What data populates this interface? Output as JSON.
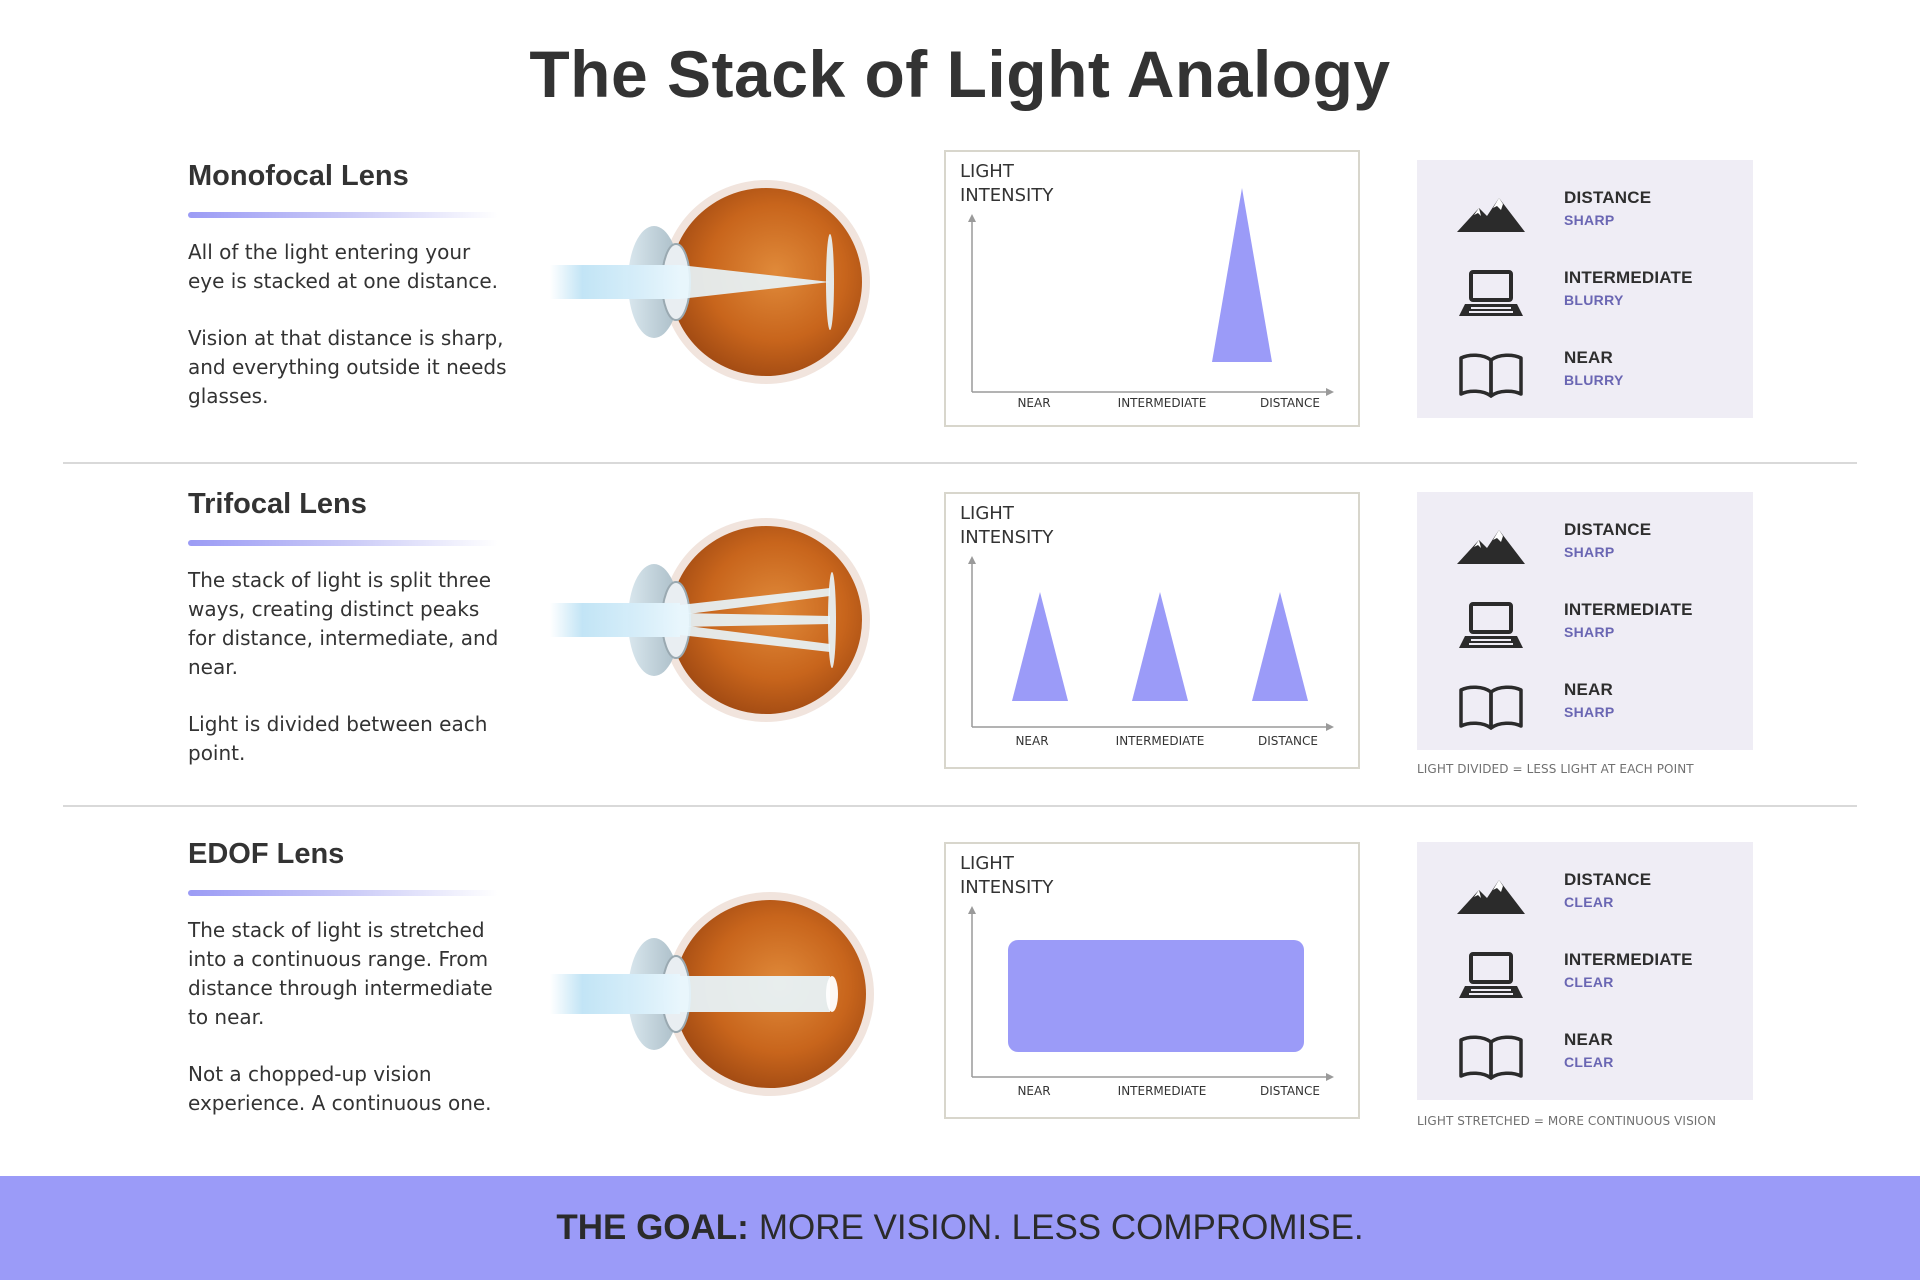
{
  "title": "The Stack of Light Analogy",
  "colors": {
    "accent": "#9b9bf8",
    "status_text": "#6a66b3",
    "panel_bg": "#efedf5"
  },
  "sections": [
    {
      "lens_title": "Monofocal Lens",
      "desc": [
        "All of the light entering your eye is stacked at one distance.",
        "Vision at that distance is sharp, and everything outside it needs glasses."
      ],
      "chart": {
        "y_label": "LIGHT INTENSITY",
        "x_ticks": [
          "NEAR",
          "INTERMEDIATE",
          "DISTANCE"
        ]
      },
      "status": [
        {
          "name": "DISTANCE",
          "value": "SHARP",
          "icon": "mountain-icon"
        },
        {
          "name": "INTERMEDIATE",
          "value": "BLURRY",
          "icon": "laptop-icon"
        },
        {
          "name": "NEAR",
          "value": "BLURRY",
          "icon": "book-icon"
        }
      ],
      "note": ""
    },
    {
      "lens_title": "Trifocal Lens",
      "desc": [
        "The stack of light is split three ways, creating distinct peaks for distance, intermediate, and near.",
        "Light is divided between each point."
      ],
      "chart": {
        "y_label": "LIGHT INTENSITY",
        "x_ticks": [
          "NEAR",
          "INTERMEDIATE",
          "DISTANCE"
        ]
      },
      "status": [
        {
          "name": "DISTANCE",
          "value": "SHARP",
          "icon": "mountain-icon"
        },
        {
          "name": "INTERMEDIATE",
          "value": "SHARP",
          "icon": "laptop-icon"
        },
        {
          "name": "NEAR",
          "value": "SHARP",
          "icon": "book-icon"
        }
      ],
      "note": "LIGHT DIVIDED = LESS LIGHT AT EACH POINT"
    },
    {
      "lens_title": "EDOF Lens",
      "desc": [
        "The stack of light is stretched into a continuous range. From distance through intermediate to near.",
        "Not a chopped-up vision experience. A continuous one."
      ],
      "chart": {
        "y_label": "LIGHT INTENSITY",
        "x_ticks": [
          "NEAR",
          "INTERMEDIATE",
          "DISTANCE"
        ]
      },
      "status": [
        {
          "name": "DISTANCE",
          "value": "CLEAR",
          "icon": "mountain-icon"
        },
        {
          "name": "INTERMEDIATE",
          "value": "CLEAR",
          "icon": "laptop-icon"
        },
        {
          "name": "NEAR",
          "value": "CLEAR",
          "icon": "book-icon"
        }
      ],
      "note": "LIGHT STRETCHED = MORE CONTINUOUS VISION"
    }
  ],
  "footer": {
    "bold": "THE GOAL:",
    "text": "MORE VISION. LESS COMPROMISE."
  }
}
